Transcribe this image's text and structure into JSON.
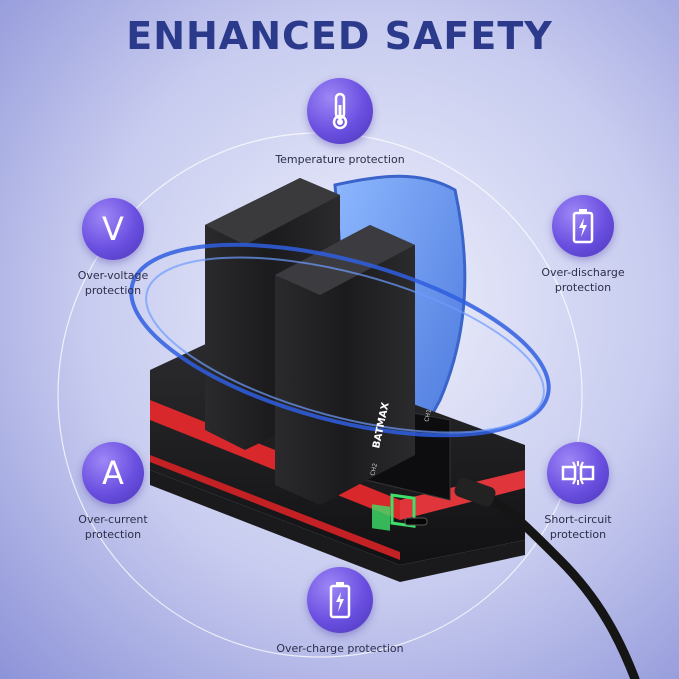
{
  "title": "ENHANCED SAFETY",
  "features": {
    "temperature": {
      "label": "Temperature protection",
      "icon": "thermometer-icon"
    },
    "over_voltage": {
      "letter": "V",
      "label_line1": "Over-voltage",
      "label_line2": "protection",
      "icon": "v-letter-icon"
    },
    "over_discharge": {
      "label_line1": "Over-discharge",
      "label_line2": "protection",
      "icon": "battery-discharge-icon"
    },
    "over_current": {
      "letter": "A",
      "label_line1": "Over-current",
      "label_line2": "protection",
      "icon": "a-letter-icon"
    },
    "short_circuit": {
      "label_line1": "Short-circuit",
      "label_line2": "protection",
      "icon": "short-circuit-icon"
    },
    "over_charge": {
      "label": "Over-charge protection",
      "icon": "battery-charge-icon"
    }
  },
  "charger": {
    "brand": "BATMAX",
    "ch1_label": "CH1",
    "ch2_label": "CH2"
  },
  "colors": {
    "title": "#2c3a8c",
    "icon_bubble": "#6a4fe0",
    "accent_red": "#d8282c",
    "lcd_green": "#3ee06a"
  }
}
